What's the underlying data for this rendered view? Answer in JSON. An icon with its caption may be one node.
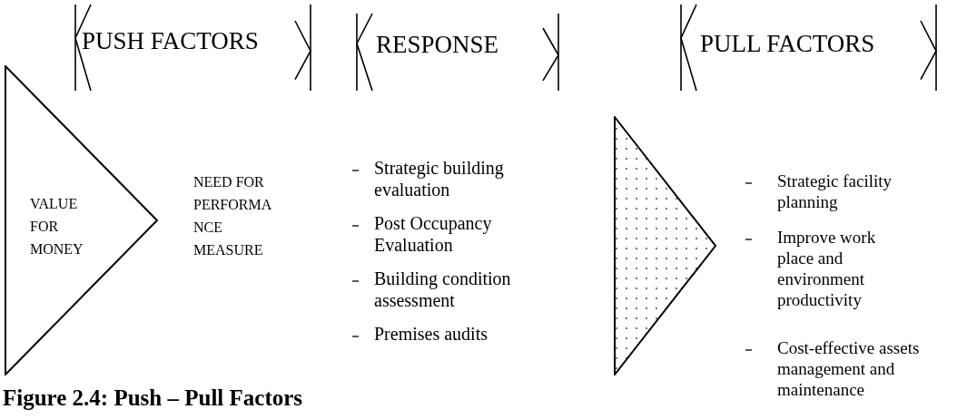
{
  "diagram": {
    "caption": "Figure 2.4: Push – Pull Factors",
    "nodes": [
      {
        "text": [
          "VALUE FOR MONEY"
        ]
      },
      {
        "text": [],
        "shape": "triangle"
      }
    ],
    "labels": [
      "PUSH FACTORS",
      "RESPONSE",
      "PULL FACTORS",
      "NEED FOR PERFORMA NCE MEASURE",
      "Strategic building evaluation",
      "Post Occupancy Evaluation",
      "Building condition assessment",
      "Premises audits",
      "Strategic facility planning",
      "Improve work place and environment productivity",
      "Cost-effective assets management and maintenance"
    ]
  }
}
